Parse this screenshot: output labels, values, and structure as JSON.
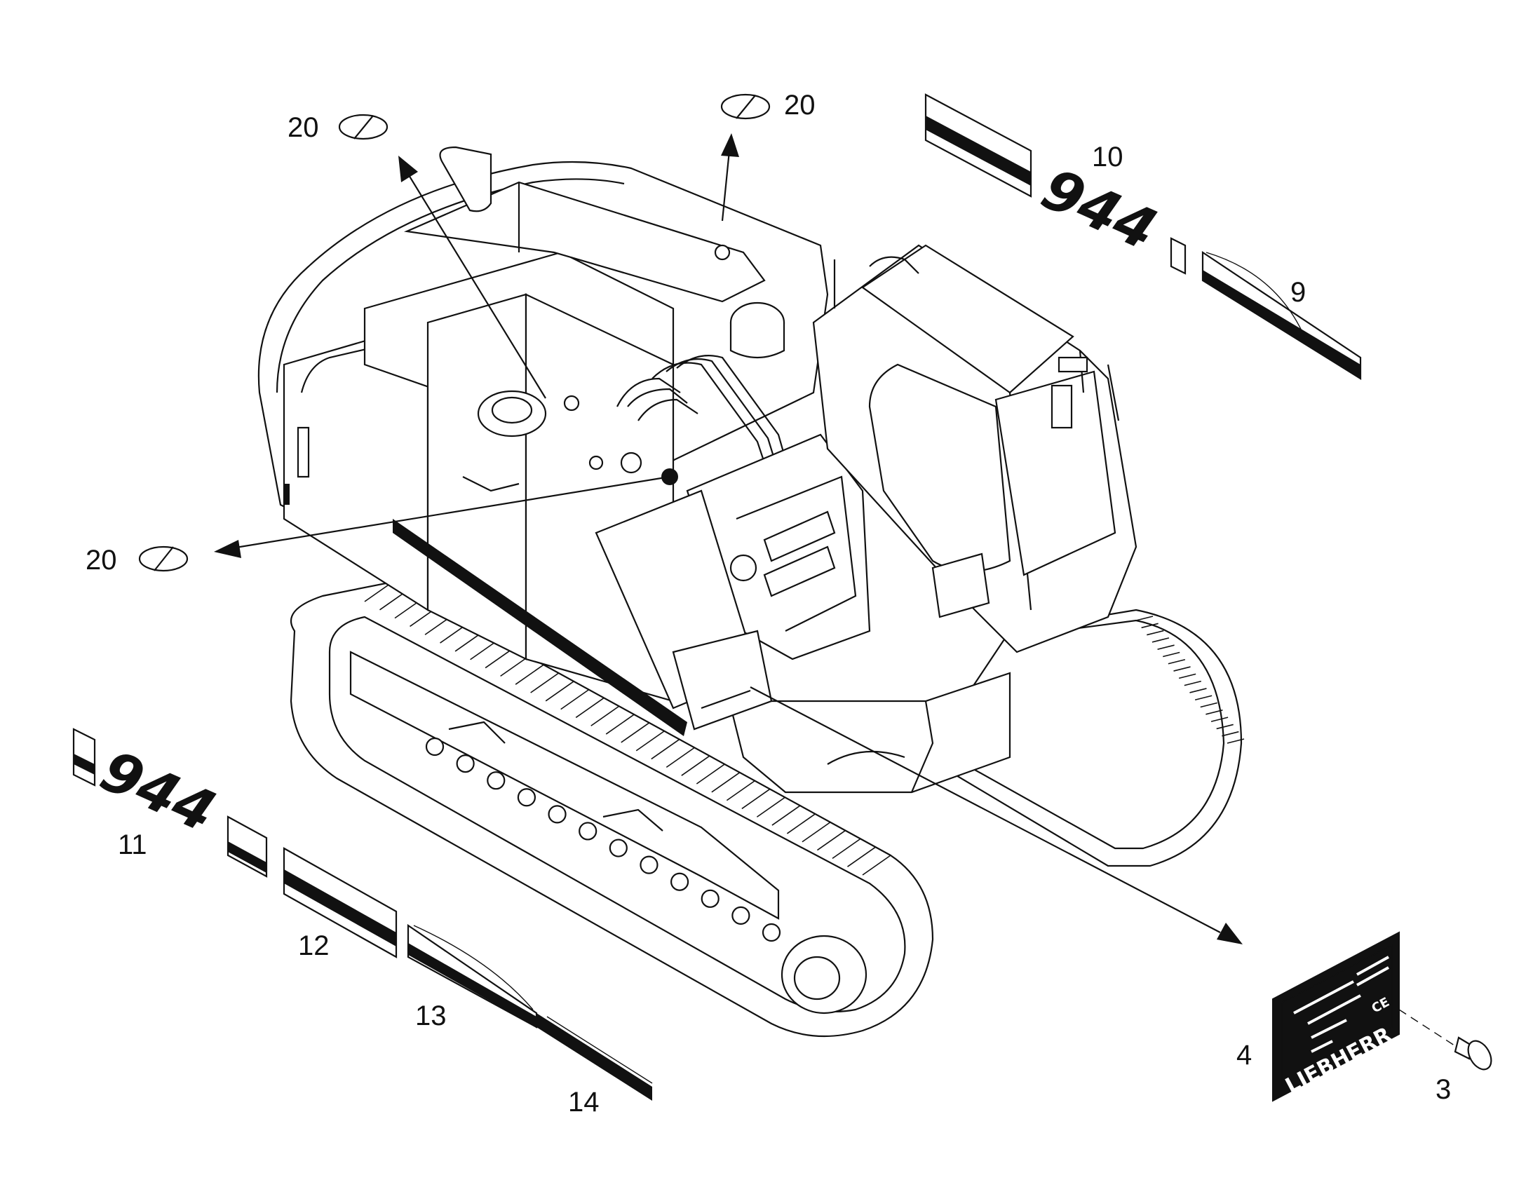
{
  "callouts": {
    "sym_a": "20",
    "sym_b": "20",
    "sym_c": "20",
    "decal_10": "10",
    "decal_9": "9",
    "decal_11": "11",
    "decal_12": "12",
    "decal_13": "13",
    "decal_14": "14",
    "plate_4": "4",
    "screw_3": "3"
  },
  "decals": {
    "model_number": "944",
    "machine_side_number": "944",
    "brand_plate": "LIEBHERR",
    "ce_mark": "CE"
  },
  "icons": [
    "no-symbol-icon",
    "no-symbol-icon",
    "no-symbol-icon"
  ],
  "colors": {
    "line": "#111111",
    "background": "#ffffff"
  }
}
